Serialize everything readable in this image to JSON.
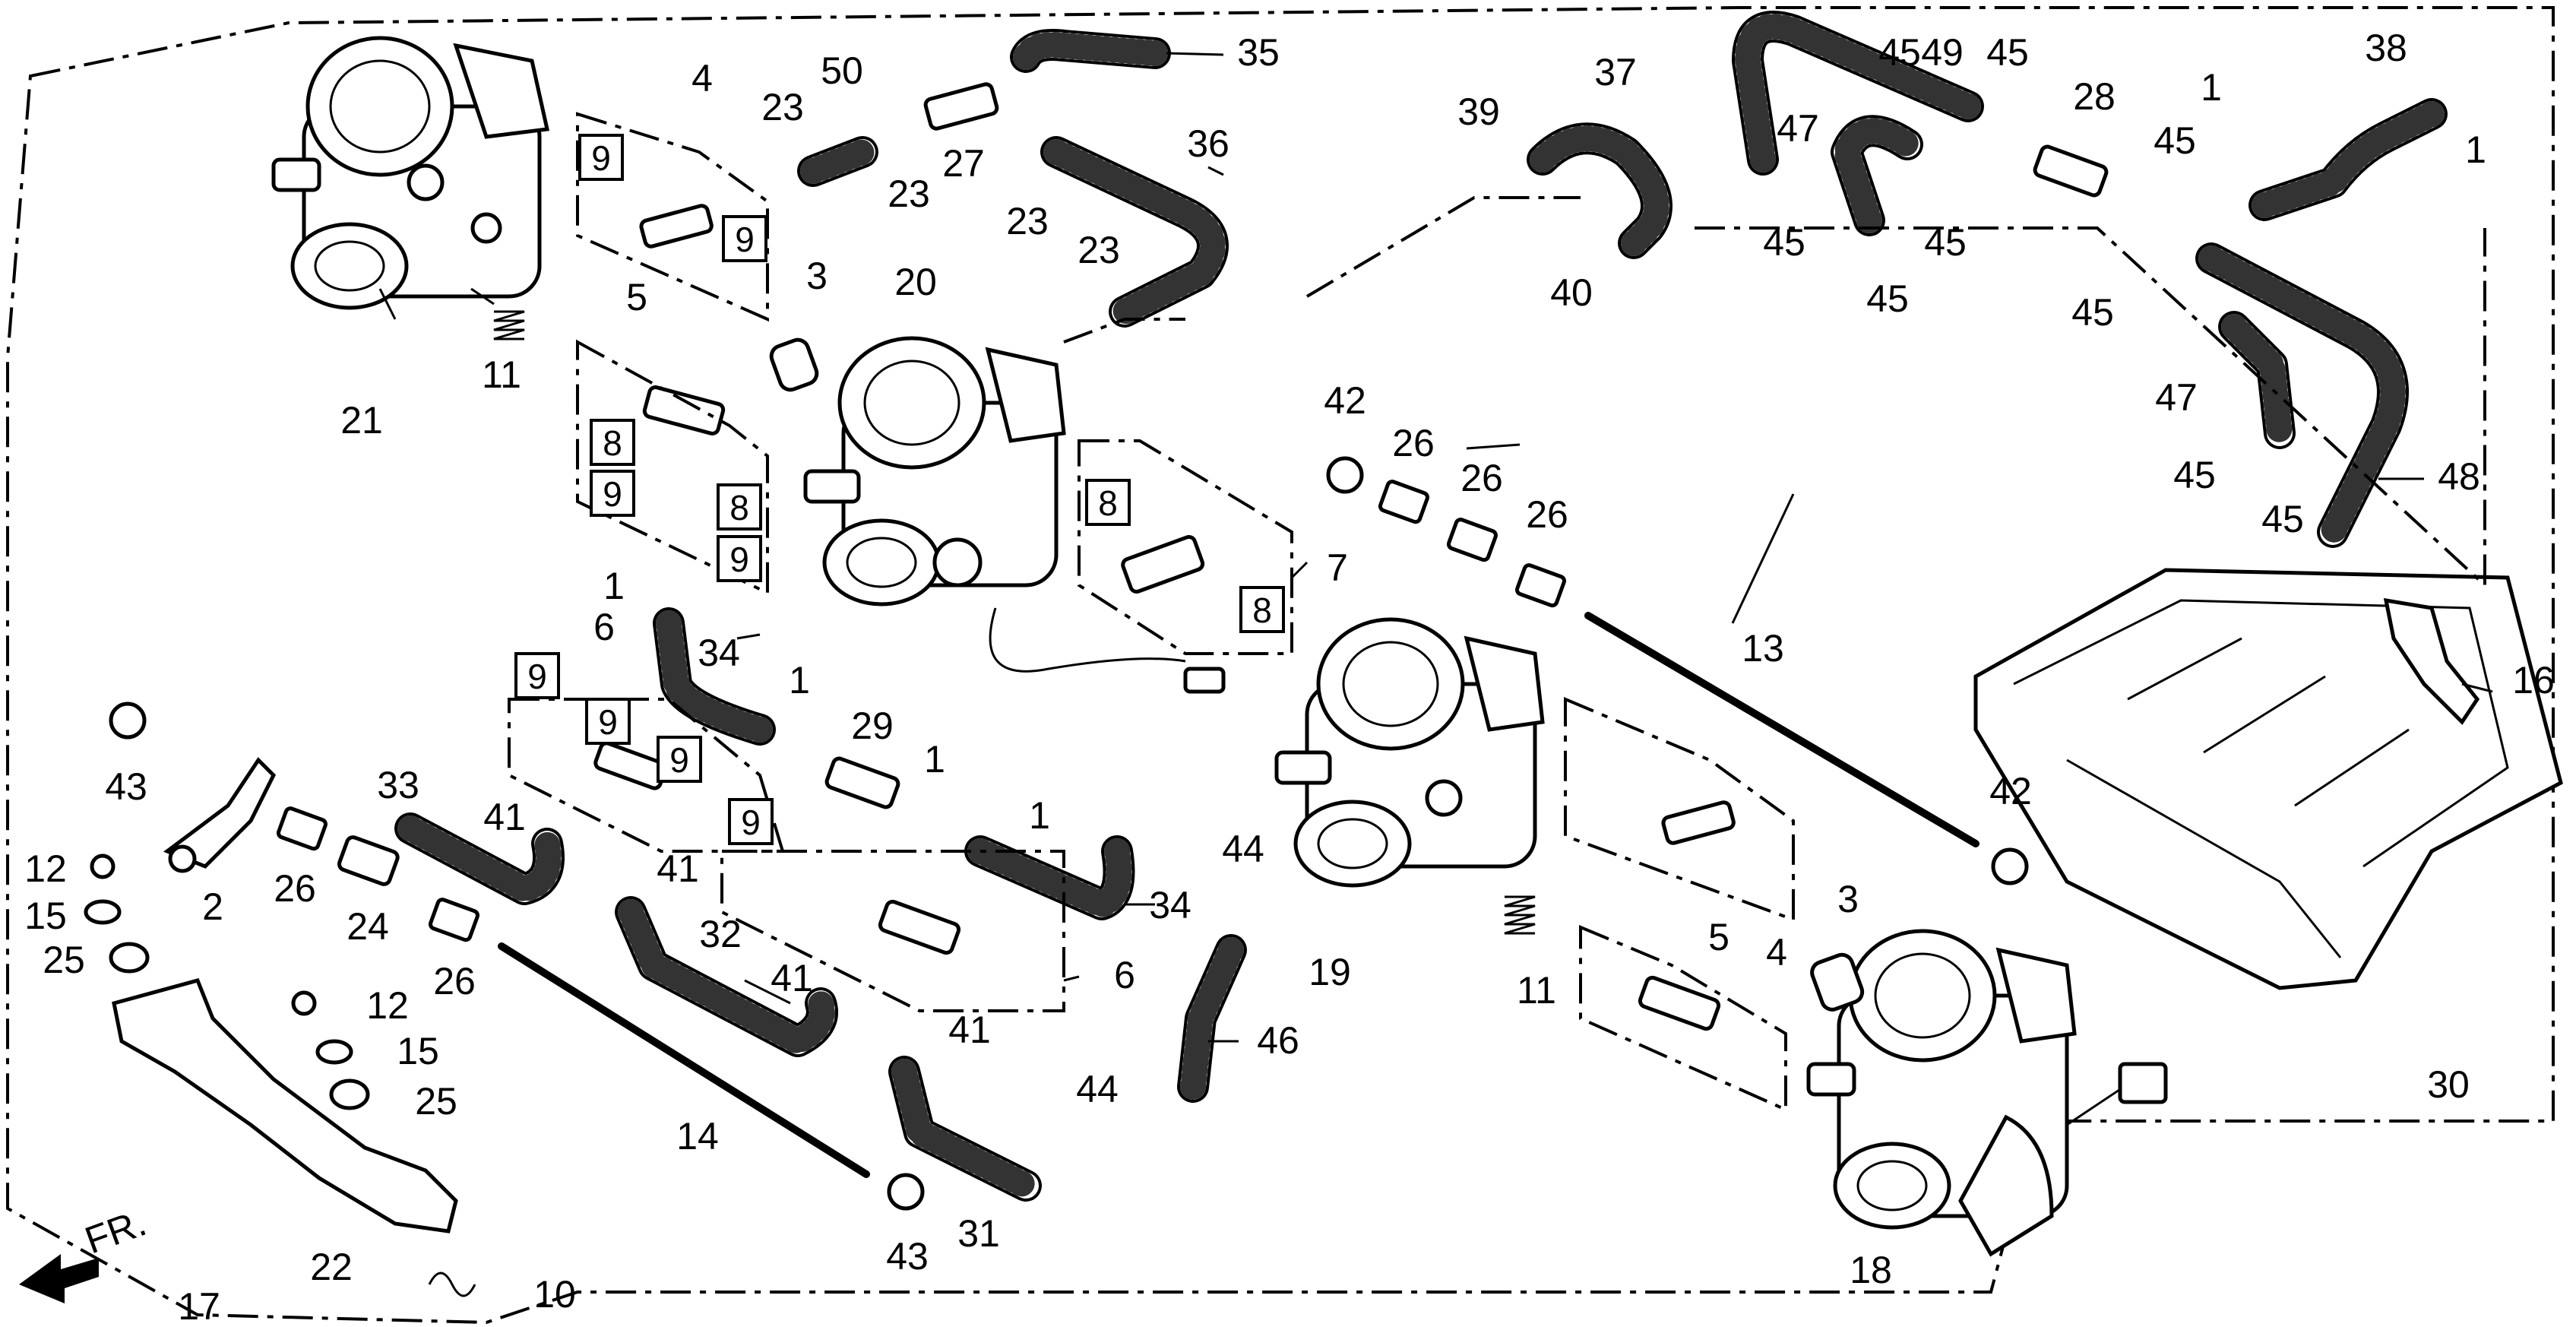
{
  "diagram": {
    "direction_label": "FR.",
    "callouts": [
      {
        "id": "c1a",
        "text": "1"
      },
      {
        "id": "c1b",
        "text": "1"
      },
      {
        "id": "c1c",
        "text": "1"
      },
      {
        "id": "c1d",
        "text": "1"
      },
      {
        "id": "c1e",
        "text": "1"
      },
      {
        "id": "c1f",
        "text": "1"
      },
      {
        "id": "c2",
        "text": "2"
      },
      {
        "id": "c3a",
        "text": "3"
      },
      {
        "id": "c3b",
        "text": "3"
      },
      {
        "id": "c4a",
        "text": "4"
      },
      {
        "id": "c4b",
        "text": "4"
      },
      {
        "id": "c5a",
        "text": "5"
      },
      {
        "id": "c5b",
        "text": "5"
      },
      {
        "id": "c6a",
        "text": "6"
      },
      {
        "id": "c6b",
        "text": "6"
      },
      {
        "id": "c7",
        "text": "7"
      },
      {
        "id": "c10",
        "text": "10"
      },
      {
        "id": "c11a",
        "text": "11"
      },
      {
        "id": "c11b",
        "text": "11"
      },
      {
        "id": "c12a",
        "text": "12"
      },
      {
        "id": "c12b",
        "text": "12"
      },
      {
        "id": "c13",
        "text": "13"
      },
      {
        "id": "c14",
        "text": "14"
      },
      {
        "id": "c15a",
        "text": "15"
      },
      {
        "id": "c15b",
        "text": "15"
      },
      {
        "id": "c16",
        "text": "16"
      },
      {
        "id": "c17",
        "text": "17"
      },
      {
        "id": "c18",
        "text": "18"
      },
      {
        "id": "c19",
        "text": "19"
      },
      {
        "id": "c20",
        "text": "20"
      },
      {
        "id": "c21",
        "text": "21"
      },
      {
        "id": "c22",
        "text": "22"
      },
      {
        "id": "c23a",
        "text": "23"
      },
      {
        "id": "c23b",
        "text": "23"
      },
      {
        "id": "c23c",
        "text": "23"
      },
      {
        "id": "c23d",
        "text": "23"
      },
      {
        "id": "c24",
        "text": "24"
      },
      {
        "id": "c25a",
        "text": "25"
      },
      {
        "id": "c25b",
        "text": "25"
      },
      {
        "id": "c26a",
        "text": "26"
      },
      {
        "id": "c26b",
        "text": "26"
      },
      {
        "id": "c26c",
        "text": "26"
      },
      {
        "id": "c26d",
        "text": "26"
      },
      {
        "id": "c26e",
        "text": "26"
      },
      {
        "id": "c27",
        "text": "27"
      },
      {
        "id": "c28",
        "text": "28"
      },
      {
        "id": "c29",
        "text": "29"
      },
      {
        "id": "c30",
        "text": "30"
      },
      {
        "id": "c31",
        "text": "31"
      },
      {
        "id": "c32",
        "text": "32"
      },
      {
        "id": "c33",
        "text": "33"
      },
      {
        "id": "c34a",
        "text": "34"
      },
      {
        "id": "c34b",
        "text": "34"
      },
      {
        "id": "c35",
        "text": "35"
      },
      {
        "id": "c36",
        "text": "36"
      },
      {
        "id": "c37",
        "text": "37"
      },
      {
        "id": "c38",
        "text": "38"
      },
      {
        "id": "c39",
        "text": "39"
      },
      {
        "id": "c40",
        "text": "40"
      },
      {
        "id": "c41a",
        "text": "41"
      },
      {
        "id": "c41b",
        "text": "41"
      },
      {
        "id": "c41c",
        "text": "41"
      },
      {
        "id": "c41d",
        "text": "41"
      },
      {
        "id": "c42a",
        "text": "42"
      },
      {
        "id": "c42b",
        "text": "42"
      },
      {
        "id": "c43a",
        "text": "43"
      },
      {
        "id": "c43b",
        "text": "43"
      },
      {
        "id": "c44a",
        "text": "44"
      },
      {
        "id": "c44b",
        "text": "44"
      },
      {
        "id": "c45a",
        "text": "45"
      },
      {
        "id": "c45b",
        "text": "45"
      },
      {
        "id": "c45c",
        "text": "45"
      },
      {
        "id": "c45d",
        "text": "45"
      },
      {
        "id": "c45e",
        "text": "45"
      },
      {
        "id": "c45f",
        "text": "45"
      },
      {
        "id": "c45g",
        "text": "45"
      },
      {
        "id": "c45h",
        "text": "45"
      },
      {
        "id": "c45i",
        "text": "45"
      },
      {
        "id": "c46",
        "text": "46"
      },
      {
        "id": "c47a",
        "text": "47"
      },
      {
        "id": "c47b",
        "text": "47"
      },
      {
        "id": "c48",
        "text": "48"
      },
      {
        "id": "c49",
        "text": "49"
      },
      {
        "id": "c50",
        "text": "50"
      }
    ],
    "boxed_callouts": [
      {
        "id": "b9a",
        "text": "9"
      },
      {
        "id": "b9b",
        "text": "9"
      },
      {
        "id": "b8a",
        "text": "8"
      },
      {
        "id": "b9c",
        "text": "9"
      },
      {
        "id": "b8b",
        "text": "8"
      },
      {
        "id": "b9d",
        "text": "9"
      },
      {
        "id": "b8c",
        "text": "8"
      },
      {
        "id": "b8d",
        "text": "8"
      },
      {
        "id": "b9e",
        "text": "9"
      },
      {
        "id": "b9f",
        "text": "9"
      },
      {
        "id": "b9g",
        "text": "9"
      },
      {
        "id": "b9h",
        "text": "9"
      }
    ]
  }
}
